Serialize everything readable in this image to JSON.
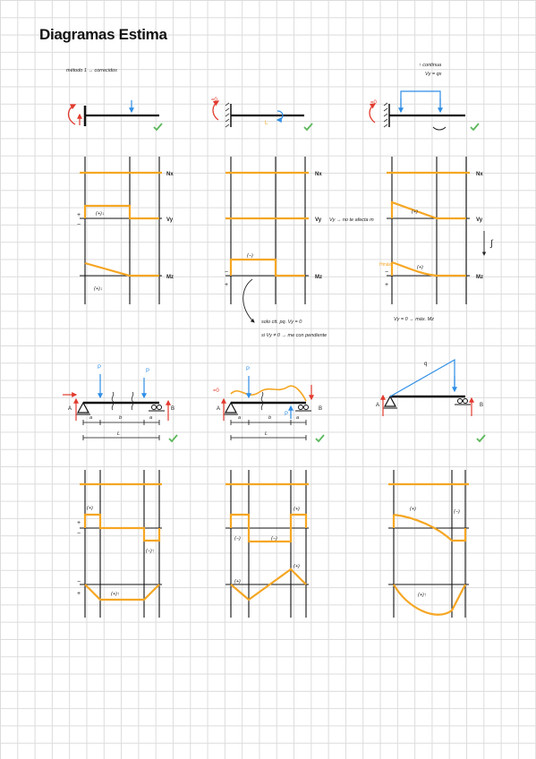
{
  "page": {
    "title": "Diagramas Estima"
  },
  "colors": {
    "orange": "#f5a623",
    "blue": "#2e8ee6",
    "red": "#e23b2e",
    "green": "#5cb85c",
    "ink": "#222222"
  },
  "notes": {
    "method": "método 1 → correcidos",
    "continuous": "↑ continua",
    "continuous_eq": "Vy = qx",
    "vy_no_affects": "Vy → no te afecta m",
    "only_ctt": "solo ctt. pq. Vy = 0",
    "if_vy": "si Vy ≠ 0 → me con pendiente",
    "vy_zero_max": "Vy = 0 → máx. Mz"
  },
  "labels": {
    "nx": "Nx",
    "vy": "Vy",
    "mz": "Mz",
    "plus": "+",
    "minus": "−",
    "p": "P",
    "q": "q",
    "a": "A",
    "b": "B",
    "dim_a": "a",
    "dim_b": "b",
    "dim_l": "L",
    "sign_pos_down": "(+)↓",
    "sign_pos": "(+)",
    "sign_neg": "(−)",
    "sign_neg_up": "(−)↑",
    "sign_pos_up": "(+)↑",
    "hmax": "Hmáx"
  }
}
